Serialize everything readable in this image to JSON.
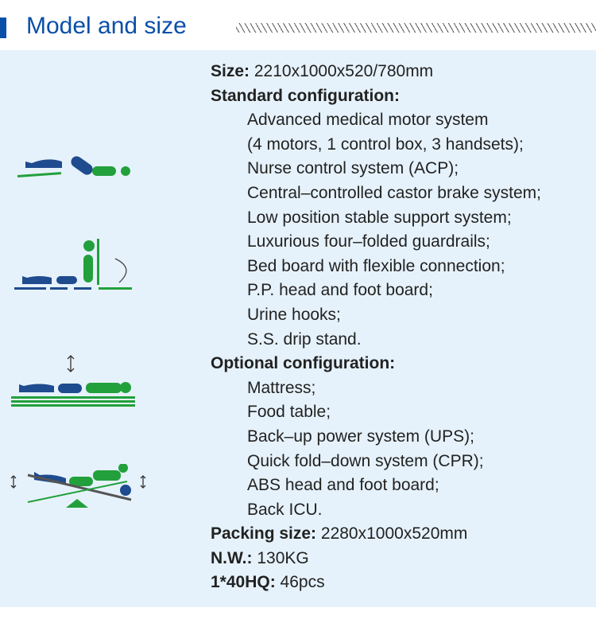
{
  "header": {
    "title": "Model and size"
  },
  "spec": {
    "size_label": "Size:",
    "size_value": " 2210x1000x520/780mm",
    "standard_label": "Standard configuration:",
    "standard_items": [
      "Advanced medical motor system",
      "(4 motors, 1 control box, 3 handsets);",
      "Nurse control system (ACP);",
      "Central–controlled castor brake system;",
      "Low position stable support system;",
      "Luxurious four–folded guardrails;",
      "Bed board with flexible connection;",
      "P.P. head and foot board;",
      "Urine hooks;",
      "S.S. drip stand."
    ],
    "optional_label": "Optional configuration:",
    "optional_items": [
      "Mattress;",
      "Food table;",
      "Back–up power system (UPS);",
      "Quick fold–down system (CPR);",
      "ABS head and foot board;",
      "Back ICU."
    ],
    "packing_label": "Packing size:",
    "packing_value": " 2280x1000x520mm",
    "nw_label": "N.W.:",
    "nw_value": " 130KG",
    "hq_label": "1*40HQ:",
    "hq_value": " 46pcs"
  },
  "icons": [
    "bed-fowler-position-icon",
    "bed-chair-position-icon",
    "bed-height-adjust-icon",
    "bed-trendelenburg-icon"
  ],
  "colors": {
    "blue": "#1f4b8f",
    "green": "#22a03c",
    "accent": "#0a4fa8"
  }
}
